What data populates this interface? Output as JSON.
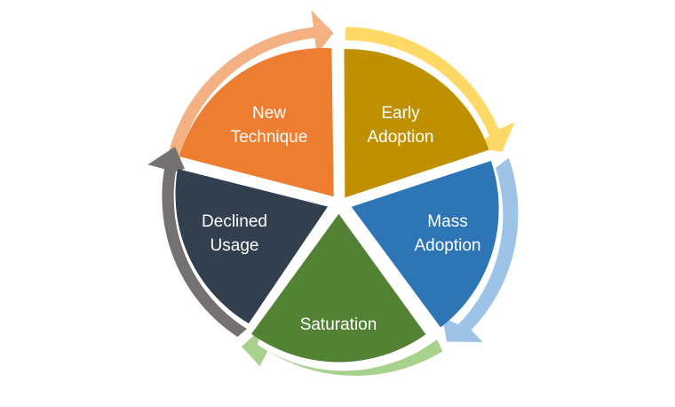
{
  "segments": [
    {
      "line1": "New",
      "line2": "Technique",
      "color": "#ED7D31",
      "arrow_color": "#F4B183"
    },
    {
      "line1": "Early",
      "line2": "Adoption",
      "color": "#BF9000",
      "arrow_color": "#FFD966"
    },
    {
      "line1": "Mass",
      "line2": "Adoption",
      "color": "#2E75B6",
      "arrow_color": "#9DC3E6"
    },
    {
      "line1": "Saturation",
      "line2": "",
      "color": "#548235",
      "arrow_color": "#A9D18E"
    },
    {
      "line1": "Declined",
      "line2": "Usage",
      "color": "#323F4F",
      "arrow_color": "#767171"
    }
  ]
}
